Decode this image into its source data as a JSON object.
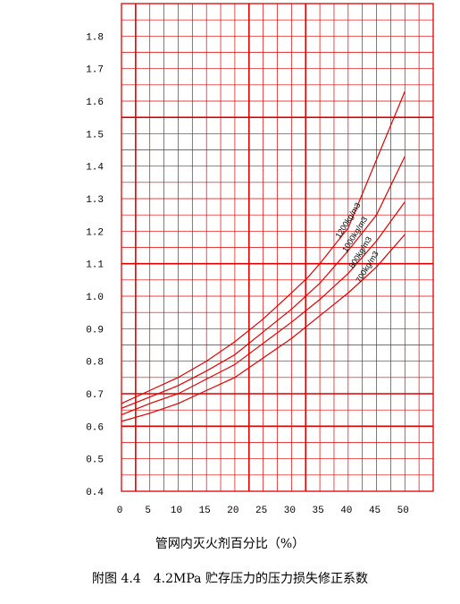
{
  "chart_data": {
    "type": "line",
    "xlabel": "管网内灭火剂百分比（%）",
    "caption": "附图 4.4　4.2MPa 贮存压力的压力损失修正系数",
    "x_ticks": [
      "0",
      "5",
      "10",
      "15",
      "20",
      "25",
      "30",
      "35",
      "40",
      "45",
      "50"
    ],
    "y_ticks": [
      "0.4",
      "0.5",
      "0.6",
      "0.7",
      "0.8",
      "0.9",
      "1.0",
      "1.1",
      "1.2",
      "1.3",
      "1.4",
      "1.5",
      "1.6",
      "1.7",
      "1.8"
    ],
    "xlim": [
      0,
      55
    ],
    "ylim": [
      0.4,
      1.9
    ],
    "grid": true,
    "colors": {
      "grid": "#e00000",
      "curve": "#e00000"
    },
    "series": [
      {
        "name": "1200kg/m3",
        "x": [
          0,
          5,
          10,
          15,
          20,
          25,
          30,
          33,
          35,
          40,
          45,
          50
        ],
        "y": [
          0.67,
          0.71,
          0.75,
          0.8,
          0.86,
          0.93,
          1.01,
          1.06,
          1.1,
          1.21,
          1.42,
          1.63
        ]
      },
      {
        "name": "1000kg/m3",
        "x": [
          0,
          5,
          10,
          15,
          20,
          25,
          30,
          35,
          40,
          45,
          50
        ],
        "y": [
          0.655,
          0.69,
          0.725,
          0.77,
          0.82,
          0.89,
          0.96,
          1.04,
          1.14,
          1.25,
          1.43
        ]
      },
      {
        "name": "800kg/m3",
        "x": [
          0,
          5,
          10,
          15,
          20,
          25,
          30,
          35,
          40,
          45,
          50
        ],
        "y": [
          0.635,
          0.67,
          0.7,
          0.745,
          0.79,
          0.855,
          0.92,
          0.99,
          1.07,
          1.17,
          1.29
        ]
      },
      {
        "name": "700kg/m3",
        "x": [
          0,
          5,
          10,
          15,
          20,
          25,
          30,
          35,
          40,
          45,
          50
        ],
        "y": [
          0.615,
          0.64,
          0.67,
          0.71,
          0.75,
          0.81,
          0.87,
          0.94,
          1.01,
          1.09,
          1.19
        ]
      }
    ]
  }
}
